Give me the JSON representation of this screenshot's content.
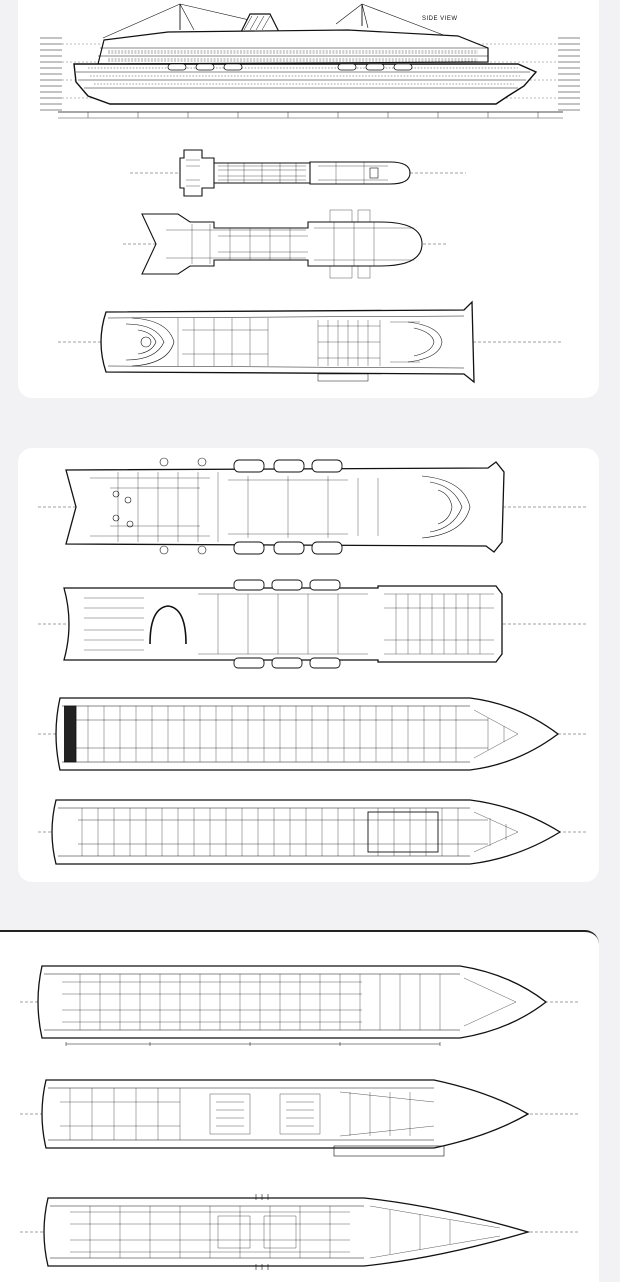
{
  "sheets": [
    {
      "id": "sheet-1",
      "views": [
        {
          "kind": "side",
          "label": "SIDE VIEW"
        },
        {
          "kind": "deck"
        },
        {
          "kind": "deck"
        },
        {
          "kind": "deck"
        }
      ]
    },
    {
      "id": "sheet-2",
      "views": [
        {
          "kind": "deck"
        },
        {
          "kind": "deck"
        },
        {
          "kind": "deck"
        },
        {
          "kind": "deck"
        }
      ]
    },
    {
      "id": "sheet-3",
      "views": [
        {
          "kind": "deck"
        },
        {
          "kind": "deck"
        },
        {
          "kind": "deck"
        }
      ]
    }
  ],
  "colors": {
    "ink": "#111111",
    "paper": "#ffffff",
    "background": "#f2f2f4"
  }
}
